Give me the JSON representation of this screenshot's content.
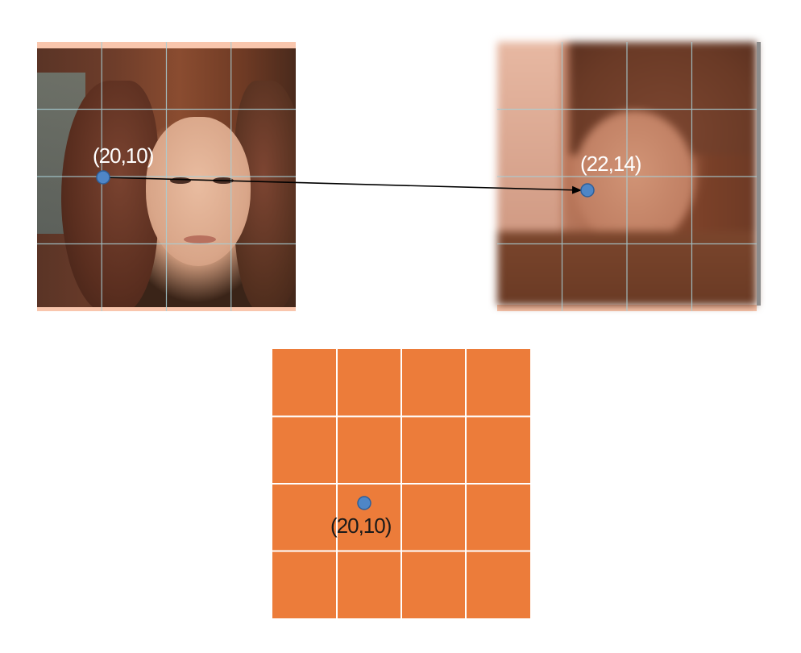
{
  "diagram": {
    "source_point": {
      "label": "(20,10)"
    },
    "target_point": {
      "label": "(22,14)"
    },
    "grid_point": {
      "label": "(20,10)"
    },
    "grid": {
      "rows": 4,
      "cols": 4
    },
    "colors": {
      "grid_fill": "#ec7c3a",
      "grid_line": "#ffffff",
      "point_fill": "#4f86c6",
      "point_stroke": "#2e5f99",
      "arrow": "#000000"
    }
  }
}
